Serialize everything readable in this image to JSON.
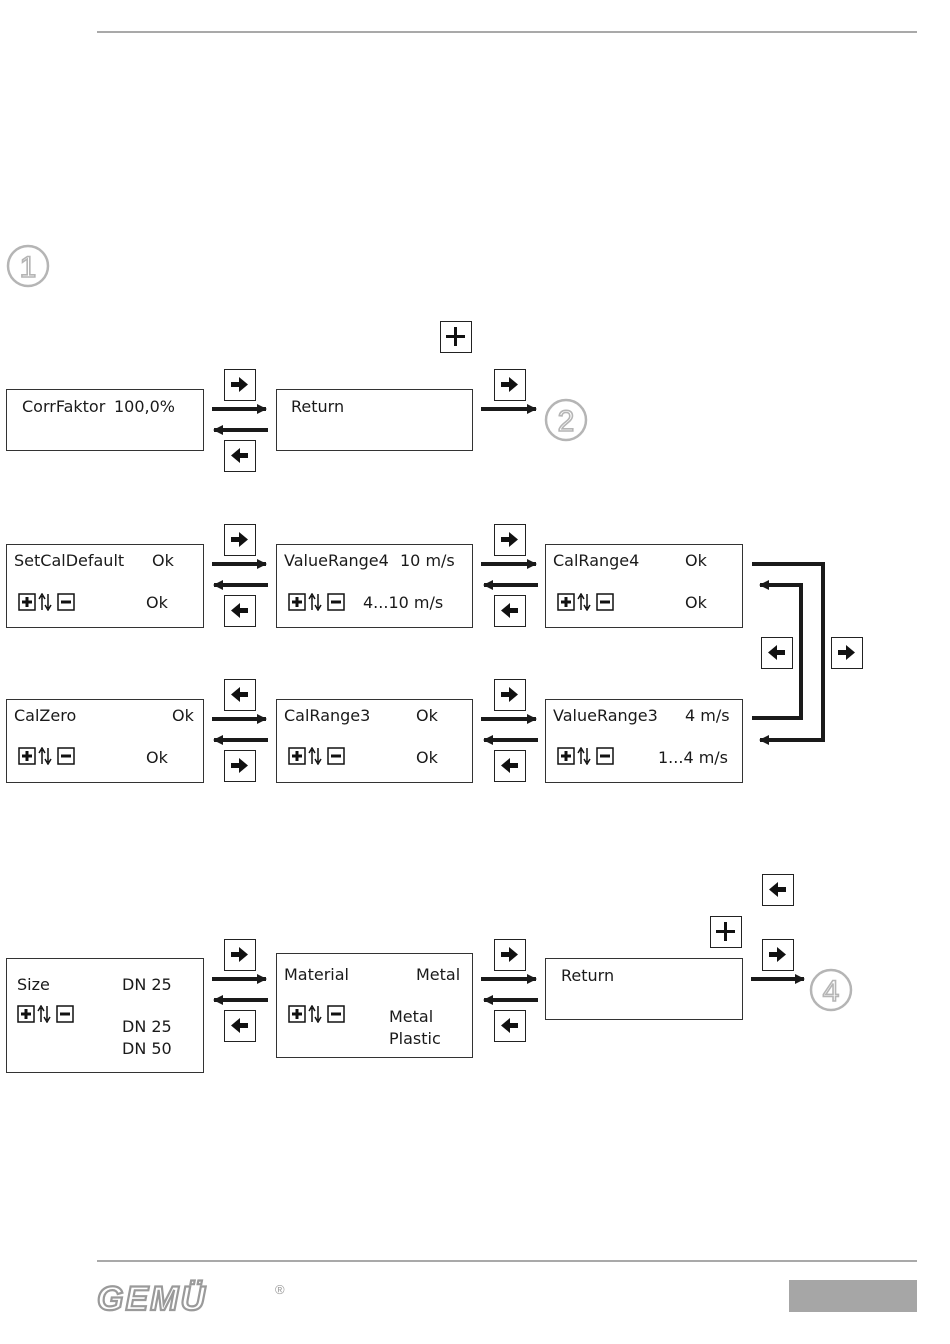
{
  "colors": {
    "rule": "#a9a9a9",
    "line": "#1a1a1a",
    "step_circle": "#b5b5b5",
    "logo": "#9a9a9a",
    "footer_bar": "#a6a6a6"
  },
  "steps": {
    "step1": "1",
    "step2": "2",
    "step4": "4"
  },
  "keys": {
    "right": "right-arrow-key-icon",
    "left": "left-arrow-key-icon",
    "plus": "plus-key-icon",
    "updown": "plus-updown-minus-icon"
  },
  "screens": {
    "corr": {
      "label": "CorrFaktor",
      "value": "100,0%"
    },
    "ret1": {
      "label": "Return"
    },
    "setcal": {
      "label": "SetCalDefault",
      "value": "Ok",
      "option": "Ok"
    },
    "vr4": {
      "label": "ValueRange4",
      "value": "10 m/s",
      "option": "4...10 m/s"
    },
    "cr4": {
      "label": "CalRange4",
      "value": "Ok",
      "option": "Ok"
    },
    "calzero": {
      "label": "CalZero",
      "value": "Ok",
      "option": "Ok"
    },
    "cr3": {
      "label": "CalRange3",
      "value": "Ok",
      "option": "Ok"
    },
    "vr3": {
      "label": "ValueRange3",
      "value": "4 m/s",
      "option": "1...4 m/s"
    },
    "size": {
      "label": "Size",
      "value": "DN 25",
      "options": [
        "DN 25",
        "DN 50"
      ]
    },
    "material": {
      "label": "Material",
      "value": "Metal",
      "options": [
        "Metal",
        "Plastic"
      ]
    },
    "ret2": {
      "label": "Return"
    }
  },
  "footer": {
    "logo": "GEMÜ",
    "registered": "®"
  }
}
